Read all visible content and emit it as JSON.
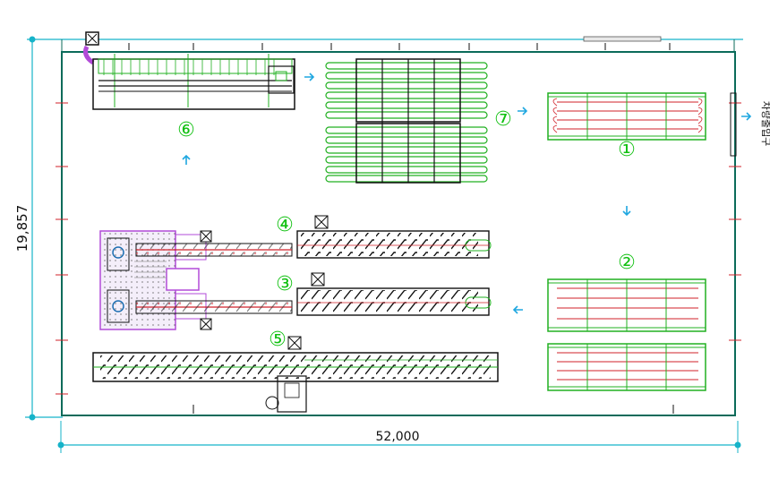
{
  "dimensions": {
    "width_label": "52,000",
    "height_label": "19,857"
  },
  "station_labels": [
    "①",
    "②",
    "③",
    "④",
    "⑤",
    "⑥",
    "⑦"
  ],
  "entrance_label": "차량출입구",
  "colors": {
    "outline": "#0b6b5a",
    "dimension": "#16b3c9",
    "equipment": "#111111",
    "conveyor_frame": "#21b021",
    "rail": "#d0212a",
    "label": "#11c011",
    "flow_arrow": "#1fa7e0",
    "magenta": "#b24bd8"
  },
  "icons": [
    "flow-arrow-icon",
    "crossed-box-icon"
  ]
}
